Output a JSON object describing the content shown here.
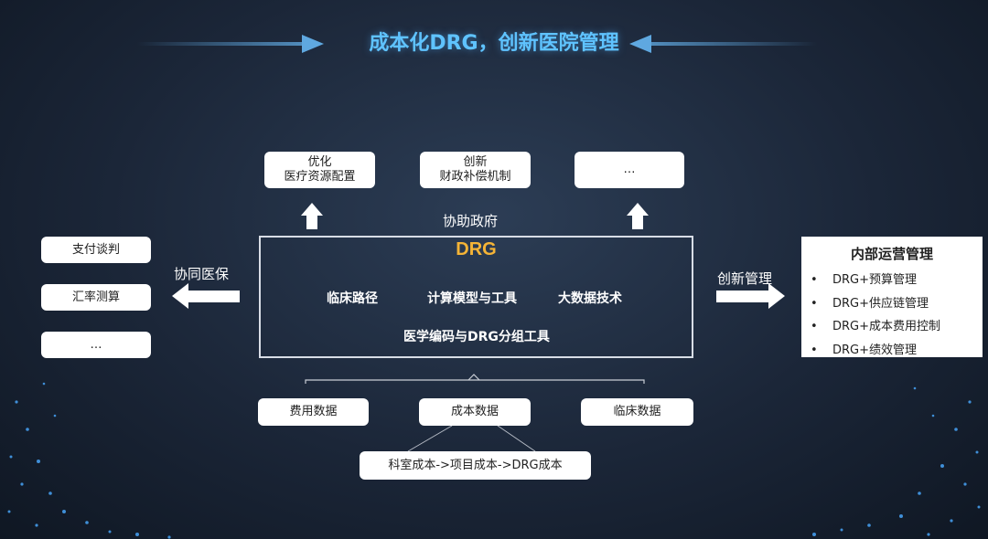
{
  "title": "成本化DRG，创新医院管理",
  "top_boxes": [
    {
      "line1": "优化",
      "line2": "医疗资源配置"
    },
    {
      "line1": "创新",
      "line2": "财政补偿机制"
    },
    {
      "line1": "…",
      "line2": ""
    }
  ],
  "labels": {
    "assist_gov": "协助政府",
    "cooperate_insurance": "协同医保",
    "innovate_mgmt": "创新管理"
  },
  "left_boxes": [
    "支付谈判",
    "汇率测算",
    "…"
  ],
  "drg": {
    "title": "DRG",
    "items": [
      "临床路径",
      "计算模型与工具",
      "大数据技术"
    ],
    "bottom_item": "医学编码与DRG分组工具"
  },
  "data_boxes": [
    "费用数据",
    "成本数据",
    "临床数据"
  ],
  "cost_chain": "科室成本->项目成本->DRG成本",
  "internal_panel": {
    "title": "内部运营管理",
    "items": [
      "DRG+预算管理",
      "DRG+供应链管理",
      "DRG+成本费用控制",
      "DRG+绩效管理"
    ]
  },
  "colors": {
    "title": "#5fc3ff",
    "drg_title": "#f5b436",
    "background": "#1b2638"
  }
}
